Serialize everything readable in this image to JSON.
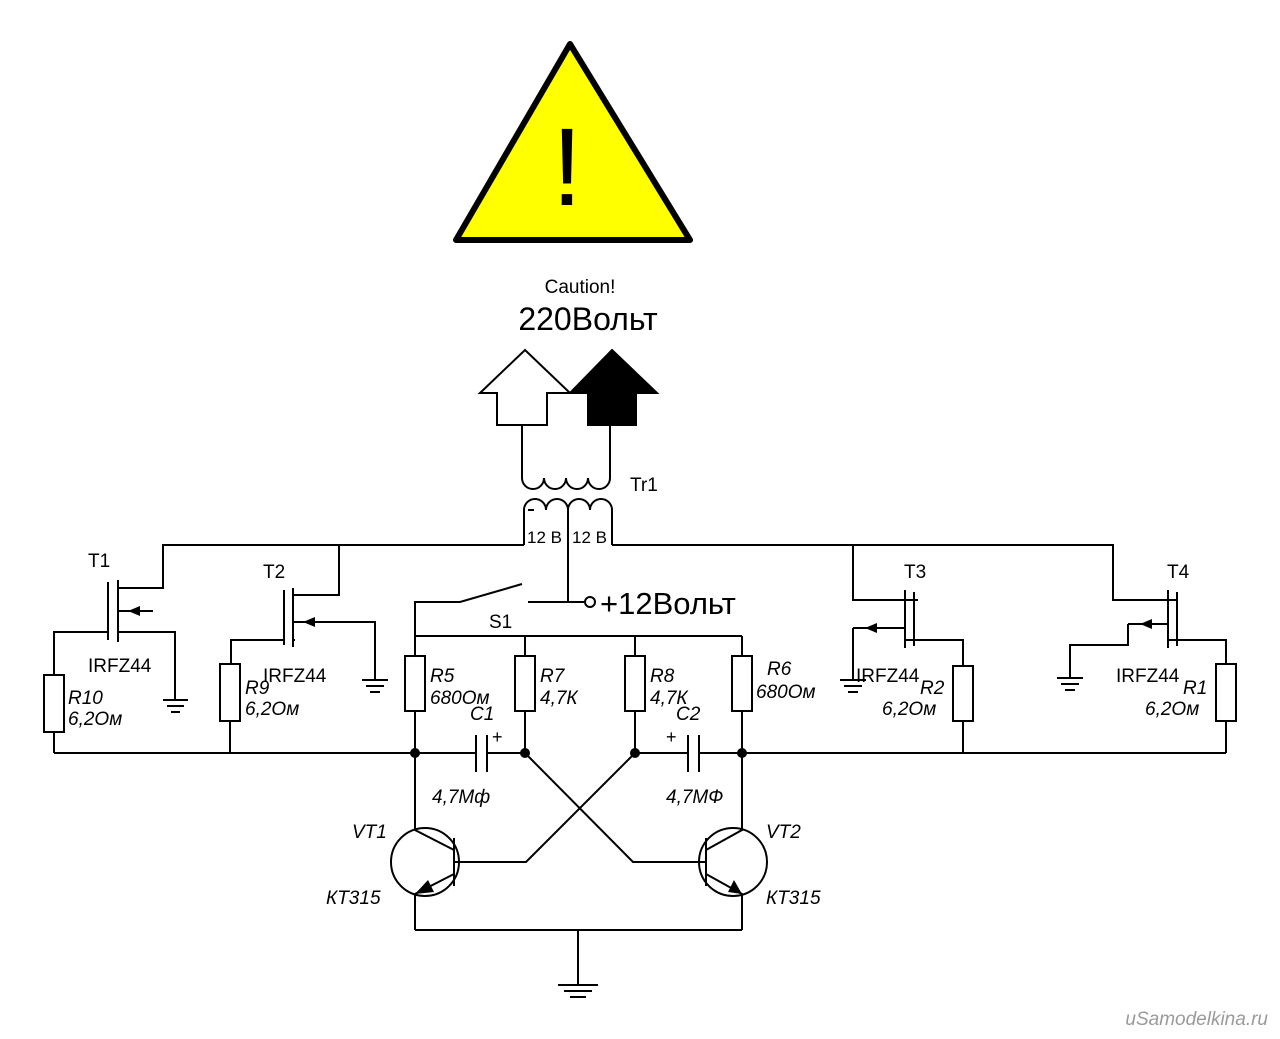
{
  "warning": {
    "exclamation": "!",
    "caution_text": "Caution!",
    "voltage_text": "220Вольт",
    "color": "#ffff00"
  },
  "transformer": {
    "name": "Tr1",
    "left_winding": "12 В",
    "right_winding": "12 В"
  },
  "power": {
    "supply_label": "+12Вольт",
    "switch_name": "S1"
  },
  "mosfets": [
    {
      "name": "T1",
      "model": "IRFZ44"
    },
    {
      "name": "T2",
      "model": "IRFZ44"
    },
    {
      "name": "T3",
      "model": "IRFZ44"
    },
    {
      "name": "T4",
      "model": "IRFZ44"
    }
  ],
  "resistors": {
    "R10": {
      "name": "R10",
      "value": "6,2Ом"
    },
    "R9": {
      "name": "R9",
      "value": "6,2Ом"
    },
    "R5": {
      "name": "R5",
      "value": "680Ом"
    },
    "R7": {
      "name": "R7",
      "value": "4,7К"
    },
    "R8": {
      "name": "R8",
      "value": "4,7К"
    },
    "R6": {
      "name": "R6",
      "value": "680Ом"
    },
    "R2": {
      "name": "R2",
      "value": "6,2Ом"
    },
    "R1": {
      "name": "R1",
      "value": "6,2Ом"
    }
  },
  "capacitors": {
    "C1": {
      "name": "C1",
      "value": "4,7Мф",
      "polarity": "+"
    },
    "C2": {
      "name": "C2",
      "value": "4,7МФ",
      "polarity": "+"
    }
  },
  "transistors": {
    "VT1": {
      "name": "VT1",
      "model": "КТ315"
    },
    "VT2": {
      "name": "VT2",
      "model": "КТ315"
    }
  },
  "watermark": "uSamodelkina.ru"
}
